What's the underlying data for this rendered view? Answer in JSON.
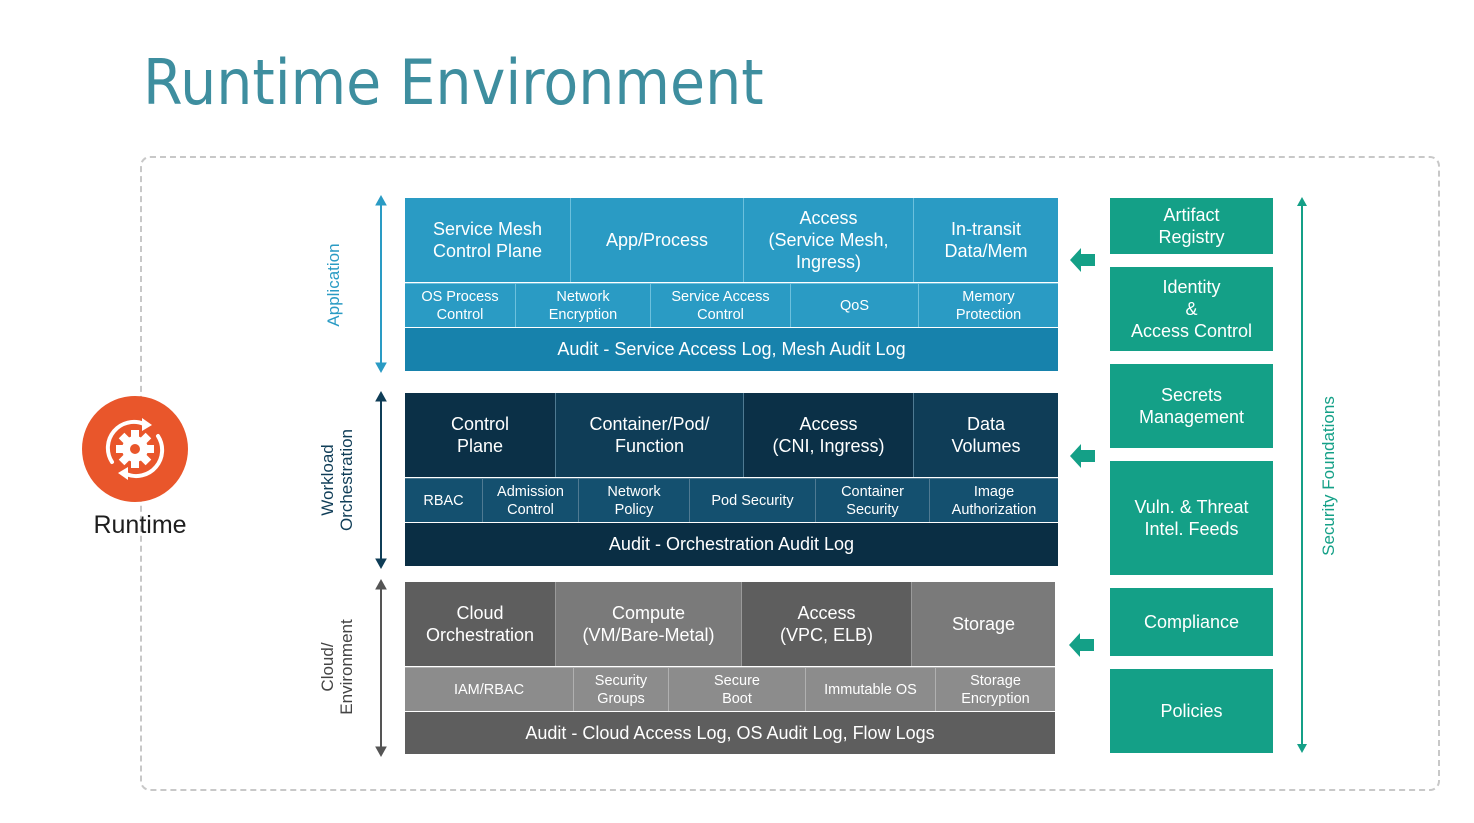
{
  "title": "Runtime Environment",
  "runtime": {
    "label": "Runtime",
    "icon": "gear-cycle-icon",
    "color": "#e9562b"
  },
  "layers": {
    "application": {
      "label": "Application",
      "color": "#2a9bc4",
      "top": [
        "Service Mesh\nControl Plane",
        "App/Process",
        "Access\n(Service Mesh,\nIngress)",
        "In-transit\nData/Mem"
      ],
      "bottom": [
        "OS Process\nControl",
        "Network\nEncryption",
        "Service Access\nControl",
        "QoS",
        "Memory\nProtection"
      ],
      "audit": "Audit - Service Access Log, Mesh Audit Log"
    },
    "workload": {
      "label": "Workload\nOrchestration",
      "color": "#0f3d57",
      "top": [
        "Control\nPlane",
        "Container/Pod/\nFunction",
        "Access\n(CNI, Ingress)",
        "Data\nVolumes"
      ],
      "bottom": [
        "RBAC",
        "Admission\nControl",
        "Network\nPolicy",
        "Pod Security",
        "Container\nSecurity",
        "Image\nAuthorization"
      ],
      "audit": "Audit - Orchestration Audit Log"
    },
    "cloud": {
      "label": "Cloud/\nEnvironment",
      "color": "#6a6a6a",
      "top": [
        "Cloud\nOrchestration",
        "Compute\n(VM/Bare-Metal)",
        "Access\n(VPC, ELB)",
        "Storage"
      ],
      "bottom": [
        "IAM/RBAC",
        "Security\nGroups",
        "Secure\nBoot",
        "Immutable OS",
        "Storage\nEncryption"
      ],
      "audit": "Audit - Cloud Access Log, OS Audit Log, Flow Logs"
    }
  },
  "security_foundations": {
    "label": "Security Foundations",
    "color": "#14a087",
    "items": [
      "Artifact\nRegistry",
      "Identity\n&\nAccess Control",
      "Secrets\nManagement",
      "Vuln. & Threat\nIntel. Feeds",
      "Compliance",
      "Policies"
    ]
  }
}
